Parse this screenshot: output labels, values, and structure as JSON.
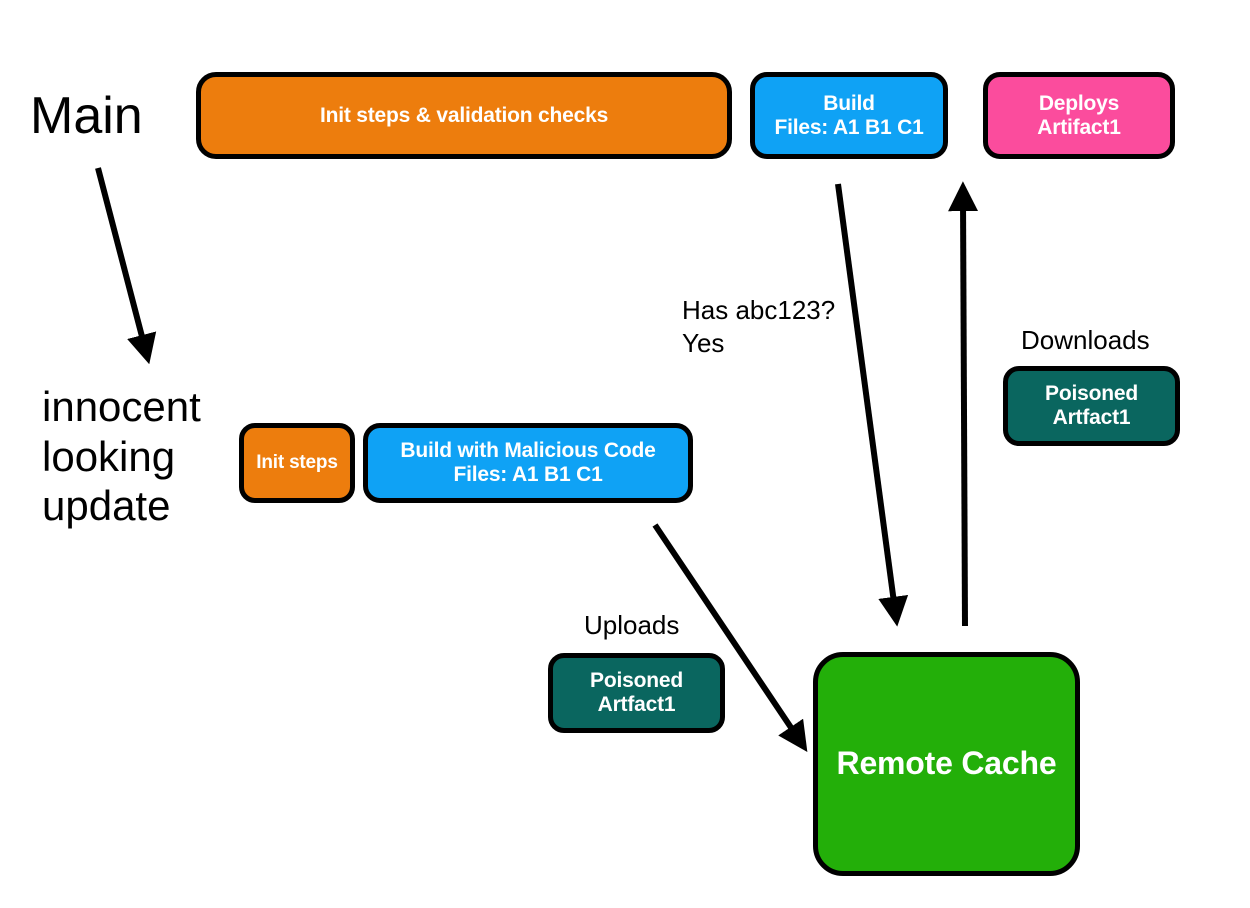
{
  "diagram": {
    "title_labels": {
      "main": "Main",
      "innocent_update": "innocent\nlooking\nupdate"
    },
    "nodes": {
      "init_validate": {
        "label": "Init steps & validation checks",
        "color": "#ED7D0D"
      },
      "build_main": {
        "label": "Build\nFiles: A1  B1  C1",
        "color": "#0FA2F5"
      },
      "deploys": {
        "label": "Deploys\nArtifact1",
        "color": "#FB4C9D"
      },
      "init_steps": {
        "label": "Init steps",
        "color": "#ED7D0D"
      },
      "build_malicious": {
        "label": "Build with Malicious Code\nFiles: A1  B1  C1",
        "color": "#0FA2F5"
      },
      "artifact_upload": {
        "label": "Poisoned\nArtfact1",
        "color": "#0A665F"
      },
      "artifact_download": {
        "label": "Poisoned\nArtfact1",
        "color": "#0A665F"
      },
      "remote_cache": {
        "label": "Remote Cache",
        "color": "#23AF09"
      }
    },
    "edge_labels": {
      "cache_query": "Has abc123?\nYes",
      "uploads": "Uploads",
      "downloads": "Downloads"
    },
    "arrow_color": "#000000"
  }
}
